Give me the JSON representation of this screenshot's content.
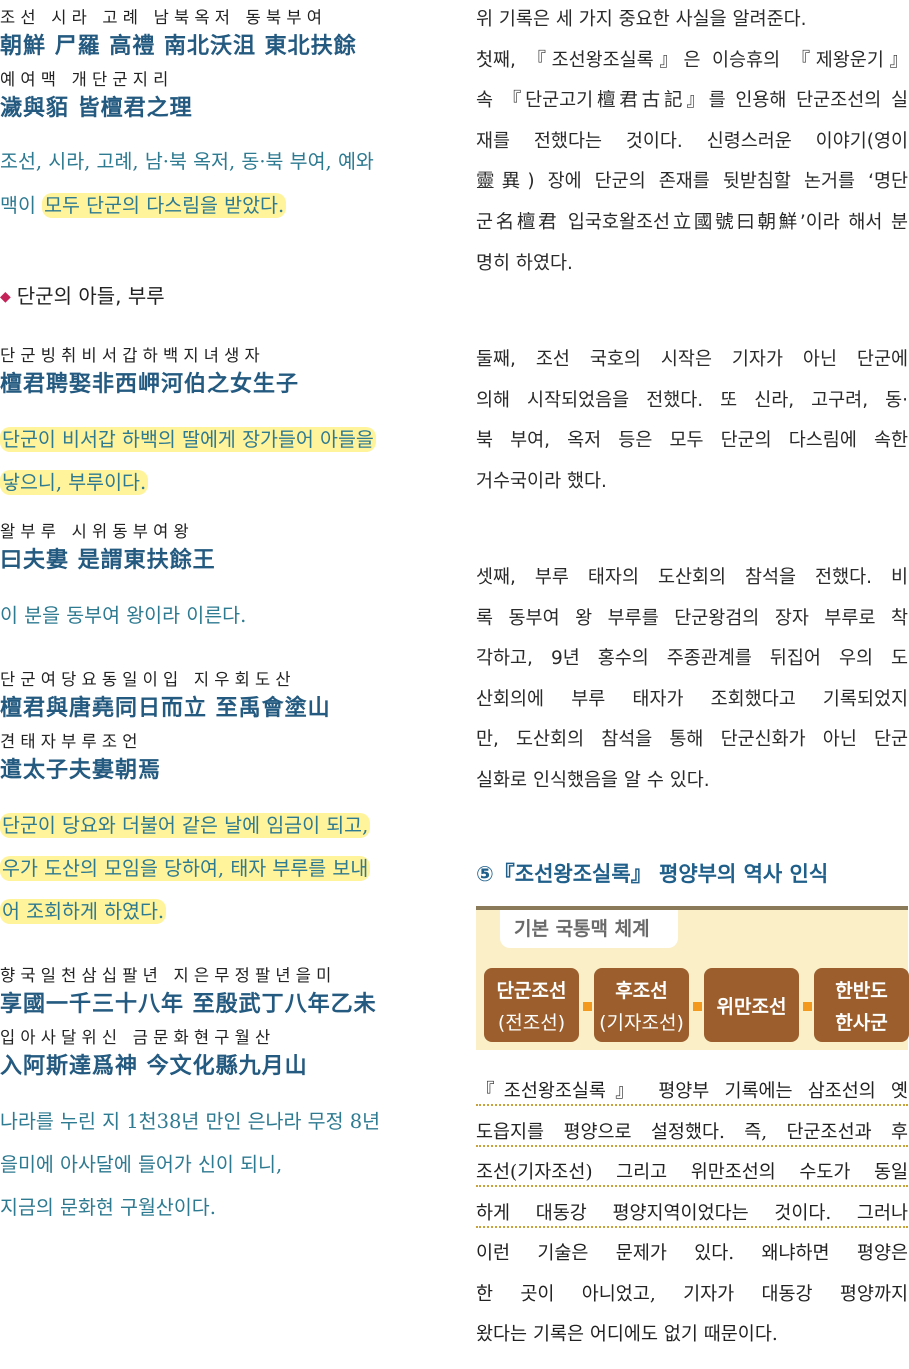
{
  "left": {
    "block1_reading": "조선 시라 고례 남북옥저 동북부여",
    "block1_hanja": "朝鮮 尸羅 高禮 南北沃沮 東北扶餘",
    "block1_reading2": "예여맥 개단군지리",
    "block1_hanja2": "濊與貊 皆檀君之理",
    "block1_trans_a": "조선, 시라, 고례, 남·북 옥저, 동·북 부여, 예와",
    "block1_trans_b_plain": "맥이 ",
    "block1_trans_b_hl": "모두 단군의 다스림을 받았다.",
    "bullet_icon": "diamond-bullet-icon",
    "bullet_text": "단군의 아들, 부루",
    "block2_reading": "단군빙취비서갑하백지녀생자",
    "block2_hanja": "檀君聘娶非西岬河伯之女生子",
    "block2_trans_a": "단군이 비서갑 하백의 딸에게 장가들어 아들을",
    "block2_trans_b": "낳으니, 부루이다.",
    "block3_reading": "왈부루 시위동부여왕",
    "block3_hanja": "曰夫婁 是謂東扶餘王",
    "block3_trans": "이 분을 동부여 왕이라 이른다.",
    "block4_reading": "단군여당요동일이입 지우회도산",
    "block4_hanja": "檀君與唐堯同日而立 至禹會塗山",
    "block4_reading2": "견태자부루조언",
    "block4_hanja2": "遣太子夫婁朝焉",
    "block4_trans_a": "단군이 당요와 더불어 같은 날에 임금이 되고,",
    "block4_trans_b": "우가 도산의 모임을 당하여, 태자 부루를 보내",
    "block4_trans_c": "어 조회하게 하였다.",
    "block5_reading": "향국일천삼십팔년 지은무정팔년을미",
    "block5_hanja": "享國一千三十八年 至殷武丁八年乙未",
    "block5_reading2": "입아사달위신 금문화현구월산",
    "block5_hanja2": "入阿斯達爲神 今文化縣九月山",
    "block5_trans_a": "나라를 누린 지 1천38년 만인 은나라 무정 8년",
    "block5_trans_b": "을미에 아사달에 들어가 신이 되니,",
    "block5_trans_c": "지금의 문화현 구월산이다."
  },
  "right": {
    "p1_lines": [
      "위 기록은 세 가지 중요한 사실을 알려준다.",
      "첫째, 『조선왕조실록』은 이승휴의 『제왕운기』",
      "속 『단군고기檀君古記』를 인용해 단군조선의 실",
      "재를 전했다는 것이다. 신령스러운 이야기(영이",
      "靈異) 장에 단군의 존재를 뒷받침할 논거를 ‘명단",
      "군名檀君 입국호왈조선立國號曰朝鮮’이라 해서 분",
      "명히 하였다."
    ],
    "p2_lines": [
      "둘째, 조선 국호의 시작은 기자가 아닌 단군에",
      "의해 시작되었음을 전했다. 또 신라, 고구려, 동·",
      "북 부여, 옥저 등은 모두 단군의 다스림에 속한",
      "거수국이라 했다."
    ],
    "p3_lines": [
      "셋째, 부루 태자의 도산회의 참석을 전했다. 비",
      "록 동부여 왕 부루를 단군왕검의 장자 부루로 착",
      "각하고, 9년 홍수의 주종관계를 뒤집어 우의 도",
      "산회의에 부루 태자가 조회했다고 기록되었지",
      "만, 도산회의 참석을 통해 단군신화가 아닌 단군",
      "실화로 인식했음을 알 수 있다."
    ],
    "section_title": "⑤『조선왕조실록』 평양부의 역사 인식",
    "box_tab": "기본 국통맥 체계",
    "cards": [
      {
        "line1": "단군조선",
        "line2": "(전조선)"
      },
      {
        "line1": "후조선",
        "line2": "(기자조선)"
      },
      {
        "line1": "위만조선",
        "line2": ""
      },
      {
        "line1": "한반도",
        "line2": "한사군"
      }
    ],
    "p4_lines": [
      "『조선왕조실록』 평양부 기록에는 삼조선의 옛",
      "도읍지를 평양으로 설정했다. 즉, 단군조선과 후",
      "조선(기자조선) 그리고 위만조선의 수도가 동일",
      "하게 대동강 평양지역이었다는 것이다. 그러나",
      "이런 기술은 문제가 있다. 왜냐하면 평양은",
      "한 곳이 아니었고, 기자가 대동강 평양까지",
      "왔다는 기록은 어디에도 없기 때문이다."
    ]
  }
}
